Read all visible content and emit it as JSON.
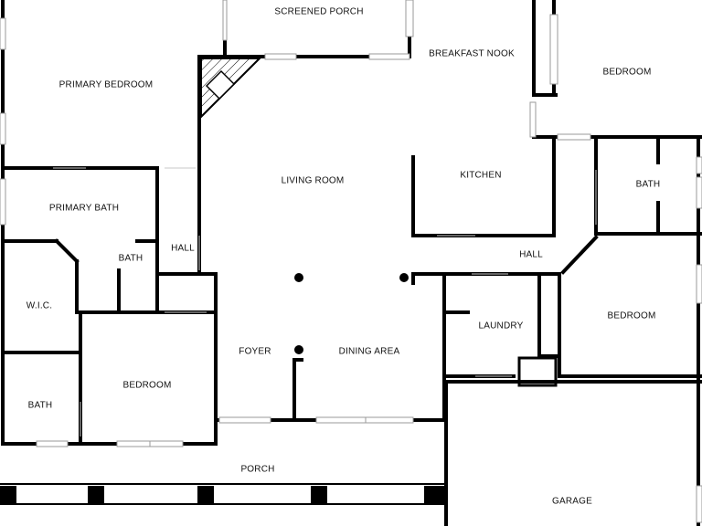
{
  "rooms": {
    "screened_porch": "SCREENED PORCH",
    "breakfast_nook": "BREAKFAST NOOK",
    "bedroom_ne": "BEDROOM",
    "primary_bedroom": "PRIMARY BEDROOM",
    "living_room": "LIVING ROOM",
    "kitchen": "KITCHEN",
    "bath_east": "BATH",
    "primary_bath": "PRIMARY BATH",
    "hall_west": "HALL",
    "hall_east": "HALL",
    "bath_small": "BATH",
    "wic": "W.I.C.",
    "laundry": "LAUNDRY",
    "bedroom_east": "BEDROOM",
    "foyer": "FOYER",
    "dining_area": "DINING AREA",
    "bath_sw": "BATH",
    "bedroom_sw": "BEDROOM",
    "porch": "PORCH",
    "garage": "GARAGE"
  }
}
